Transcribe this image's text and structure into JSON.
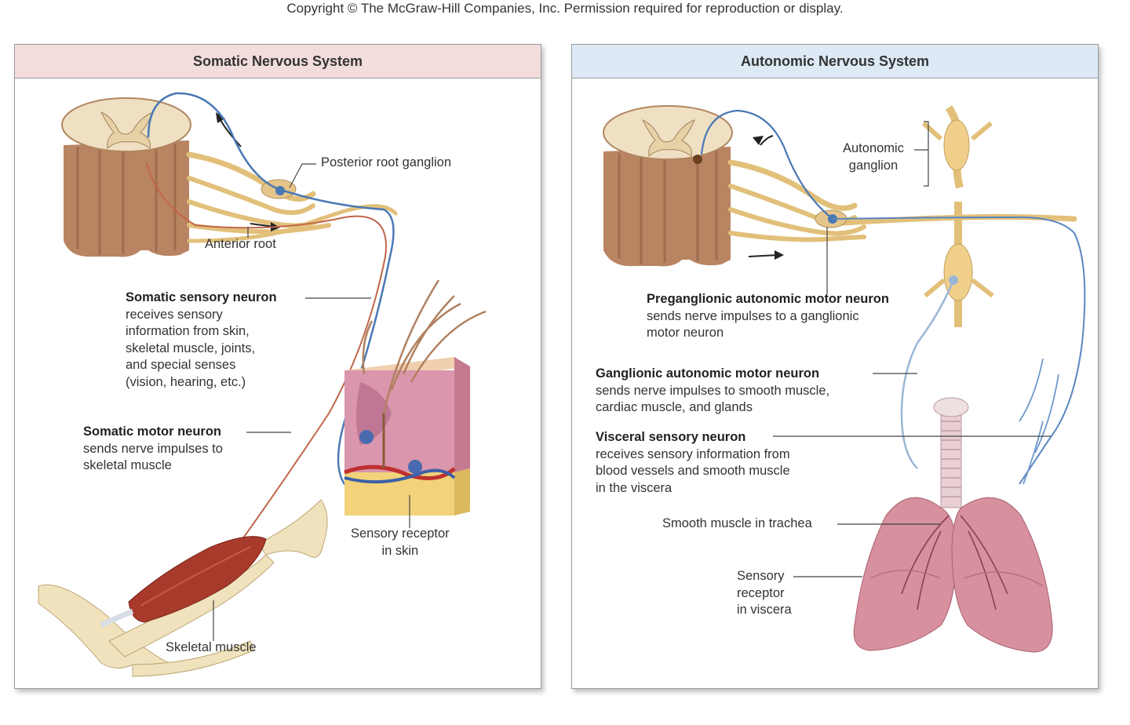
{
  "copyright": "Copyright © The McGraw-Hill Companies, Inc. Permission required for reproduction or display.",
  "somatic": {
    "title": "Somatic Nervous System",
    "labels": {
      "posterior_root_ganglion": "Posterior root ganglion",
      "anterior_root": "Anterior root",
      "sensory_neuron_title": "Somatic sensory neuron",
      "sensory_neuron_desc": [
        "receives sensory",
        "information from skin,",
        "skeletal muscle, joints,",
        "and special senses",
        "(vision, hearing, etc.)"
      ],
      "motor_neuron_title": "Somatic motor neuron",
      "motor_neuron_desc": [
        "sends nerve impulses to",
        "skeletal muscle"
      ],
      "sensory_receptor": [
        "Sensory receptor",
        "in skin"
      ],
      "skeletal_muscle": "Skeletal muscle"
    }
  },
  "autonomic": {
    "title": "Autonomic Nervous System",
    "labels": {
      "autonomic_ganglion": [
        "Autonomic",
        "ganglion"
      ],
      "preganglionic_title": "Preganglionic autonomic motor neuron",
      "preganglionic_desc": [
        "sends nerve impulses to a ganglionic",
        "motor neuron"
      ],
      "ganglionic_title": "Ganglionic autonomic motor neuron",
      "ganglionic_desc": [
        "sends nerve impulses to smooth muscle,",
        "cardiac muscle, and glands"
      ],
      "visceral_title": "Visceral sensory neuron",
      "visceral_desc": [
        "receives sensory information from",
        "blood vessels and smooth muscle",
        "in the viscera"
      ],
      "smooth_muscle_trachea": "Smooth muscle in trachea",
      "sensory_receptor_viscera": [
        "Sensory",
        "receptor",
        "in viscera"
      ]
    }
  },
  "colors": {
    "nerve": "#e2c07a",
    "spinal_cord": "#b98462",
    "sensory_fiber": "#4a78b5",
    "motor_fiber": "#c0664a",
    "muscle": "#a83a2c",
    "lung": "#d7909e",
    "somatic_header": "#f3dcdc",
    "autonomic_header": "#dde9f5"
  }
}
